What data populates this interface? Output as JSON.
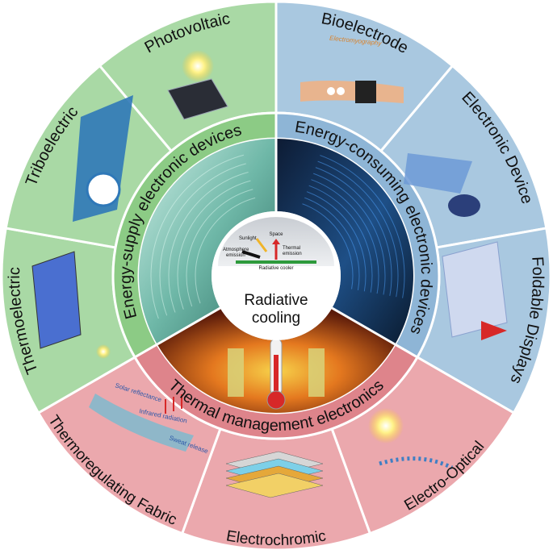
{
  "colors": {
    "green_outer": "#a9d9a5",
    "green_inner": "#8ccb85",
    "blue_outer": "#a9c8e0",
    "blue_inner": "#8eb5d6",
    "red_outer": "#eba8ad",
    "red_inner": "#de848b",
    "divider": "#ffffff",
    "center_fill": "#ffffff",
    "icon_green": "#2e9a3c",
    "icon_blue": "#2b57a8",
    "icon_orange": "#d9822b"
  },
  "center": {
    "title_line1": "Radiative",
    "title_line2": "cooling",
    "icon": {
      "space_label": "Space",
      "sunlight_label": "Sunlight",
      "atmosphere_label_line1": "Atmosphere",
      "atmosphere_label_line2": "emission",
      "thermal_label_line1": "Thermal",
      "thermal_label_line2": "emission",
      "cooler_label": "Radiative cooler"
    }
  },
  "middle_ring": {
    "energy_supply": "Energy-supply electronic devices",
    "energy_consuming": "Energy-consuming electronic devices",
    "thermal_management": "Thermal management electronics"
  },
  "outer_ring": {
    "photovoltaic": "Photovoltaic",
    "triboelectric": "Triboelectric",
    "thermoelectric": "Thermoelectric",
    "bioelectrode": "Bioelectrode",
    "electronic_device": "Electronic Device",
    "foldable_displays": "Foldable Displays",
    "thermoregulating_fabric": "Thermoregulating Fabric",
    "electrochromic": "Electrochromic",
    "electro_optical": "Electro-Optical"
  },
  "inner_labels": {
    "electromyography": "Electromyography",
    "solar_reflectance": "Solar reflectance",
    "infrared_radiation": "Infrared radiation",
    "sweat_release": "Sweat release"
  }
}
